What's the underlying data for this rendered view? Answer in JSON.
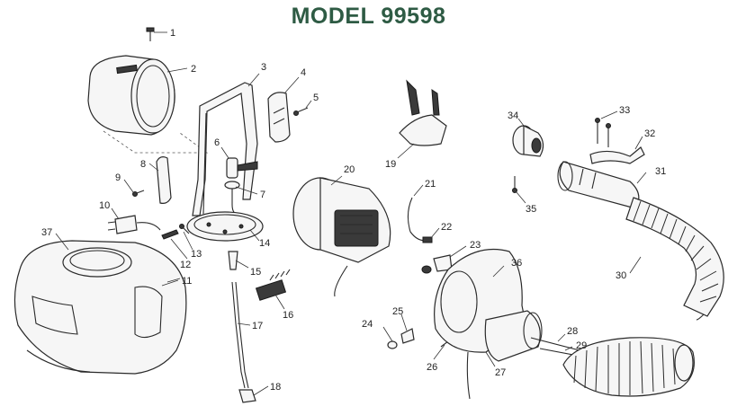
{
  "title": "MODEL 99598",
  "callouts": [
    "1",
    "2",
    "3",
    "4",
    "5",
    "6",
    "7",
    "8",
    "9",
    "10",
    "11",
    "12",
    "13",
    "14",
    "15",
    "16",
    "17",
    "18",
    "19",
    "20",
    "21",
    "22",
    "23",
    "24",
    "25",
    "26",
    "27",
    "28",
    "29",
    "30",
    "31",
    "32",
    "33",
    "34",
    "35",
    "36",
    "37"
  ]
}
